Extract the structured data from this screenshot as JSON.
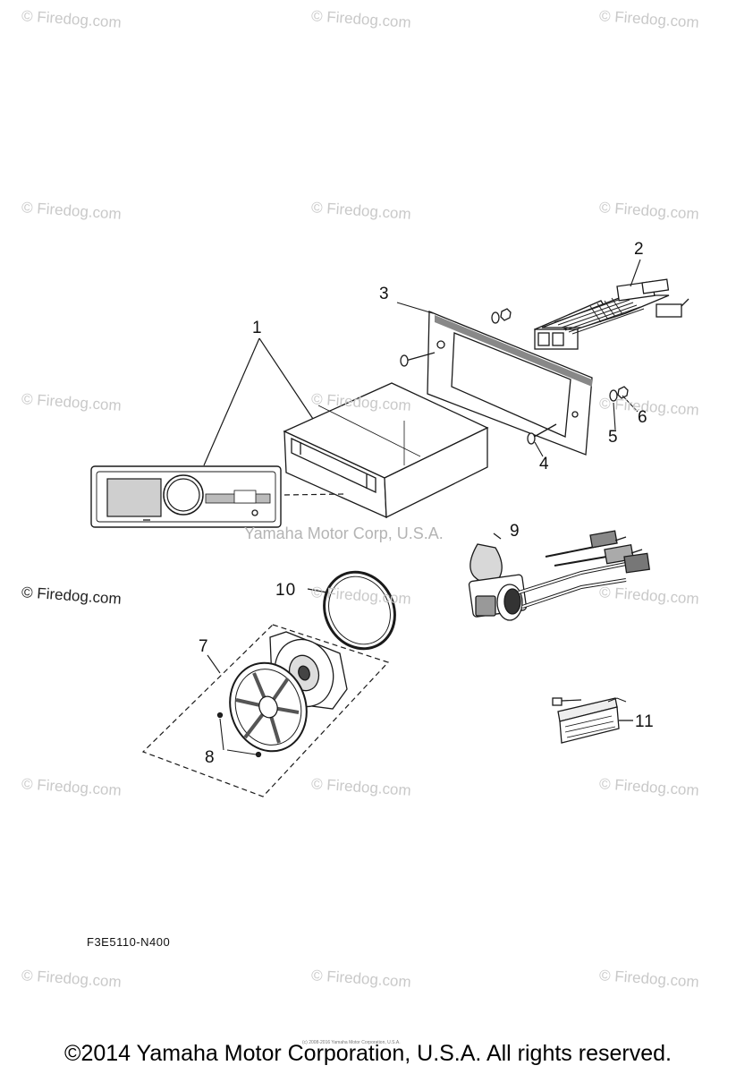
{
  "watermarks": [
    {
      "text": "© Firedog.com"
    },
    {
      "text": "© Firedog.com"
    },
    {
      "text": "© Firedog.com"
    },
    {
      "text": "© Firedog.com"
    },
    {
      "text": "© Firedog.com"
    },
    {
      "text": "© Firedog.com"
    },
    {
      "text": "© Firedog.com"
    },
    {
      "text": "© Firedog.com"
    },
    {
      "text": "© Firedog.com"
    },
    {
      "text": "© Firedog.com"
    },
    {
      "text": "© Firedog.com"
    },
    {
      "text": "© Firedog.com"
    },
    {
      "text": "© Firedog.com"
    },
    {
      "text": "© Firedog.com"
    },
    {
      "text": "© Firedog.com"
    },
    {
      "text": "© Firedog.com"
    },
    {
      "text": "© Firedog.com"
    },
    {
      "text": "© Firedog.com"
    }
  ],
  "center_watermark": "Yamaha Motor Corp, U.S.A.",
  "callouts": [
    "1",
    "2",
    "3",
    "4",
    "5",
    "6",
    "7",
    "8",
    "9",
    "10",
    "11"
  ],
  "diagram_code": "F3E5110-N400",
  "footer": "©2014 Yamaha Motor Corporation, U.S.A. All rights reserved.",
  "tiny_copyright": "(c) 2008-2016 Yamaha Motor Corporation, U.S.A.",
  "icons": [
    "stereo-head-unit-icon",
    "wire-harness-icon",
    "mounting-bezel-icon",
    "screw-icon",
    "washer-icon",
    "nut-icon",
    "speaker-icon",
    "gasket-ring-icon",
    "usb-socket-icon",
    "led-light-icon"
  ]
}
